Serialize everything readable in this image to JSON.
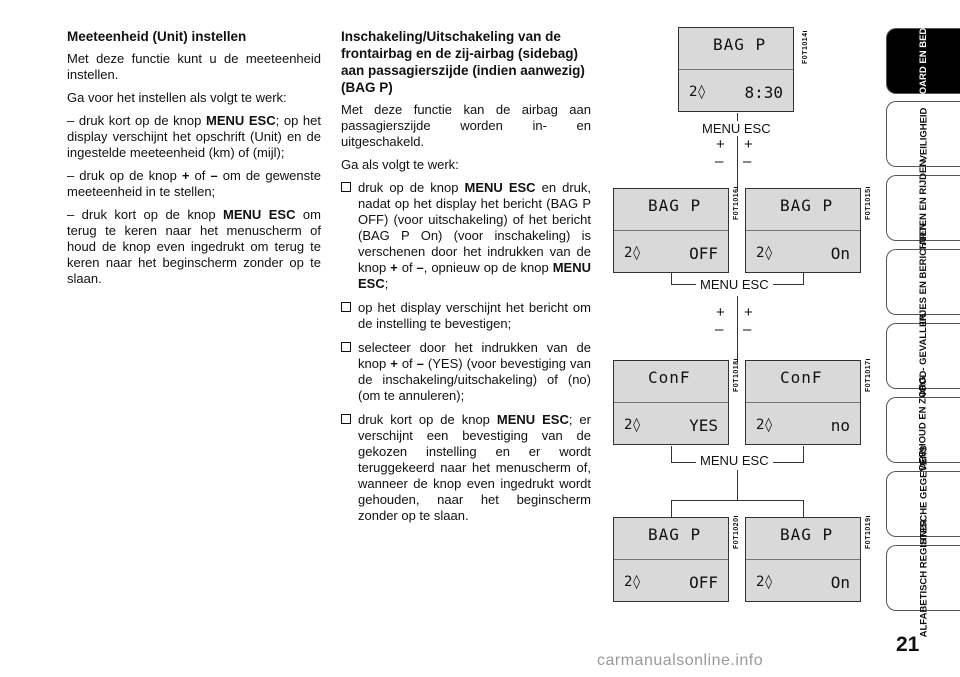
{
  "col1": {
    "heading": "Meeteenheid (Unit) instellen",
    "p1": "Met deze functie kunt u de meeteenheid instellen.",
    "p2": "Ga voor het instellen als volgt te werk:",
    "p3a": "– druk kort op de knop ",
    "p3b": "MENU ESC",
    "p3c": "; op het display verschijnt het opschrift (Unit) en de ingestelde meeteenheid (km) of (mijl);",
    "p4a": "– druk op de knop ",
    "p4b": "+",
    "p4c": " of ",
    "p4d": "–",
    "p4e": " om de gewenste meeteenheid in te stellen;",
    "p5a": "– druk kort op de knop ",
    "p5b": "MENU ESC",
    "p5c": " om terug te keren naar het menuscherm of houd de knop even ingedrukt om terug te keren naar het beginscherm zonder op te slaan."
  },
  "col2": {
    "heading": "Inschakeling/Uitschakeling van de frontairbag en de zij-airbag (sidebag) aan passagierszijde (indien aanwezig) (BAG P)",
    "p1": "Met deze functie kan de airbag aan passagierszijde worden in- en uitgeschakeld.",
    "p2": "Ga als volgt te werk:",
    "b1a": "druk op de knop ",
    "b1b": "MENU ESC",
    "b1c": " en druk, nadat op het display het bericht (BAG P OFF) (voor uitschakeling) of het bericht (BAG P On) (voor inschakeling) is verschenen door het indrukken van de knop ",
    "b1d": "+",
    "b1e": " of ",
    "b1f": "–",
    "b1g": ", opnieuw op de knop ",
    "b1h": "MENU ESC",
    "b1i": ";",
    "b2": "op het display verschijnt het bericht om de instelling te bevestigen;",
    "b3a": "selecteer door het indrukken van de knop ",
    "b3b": "+",
    "b3c": " of ",
    "b3d": "–",
    "b3e": " (YES) (voor bevestiging van de inschakeling/uitschakeling) of (no) (om te annuleren);",
    "b4a": "druk kort op de knop ",
    "b4b": "MENU ESC",
    "b4c": "; er verschijnt een bevestiging van de gekozen instelling en er wordt teruggekeerd naar het menuscherm of, wanneer de knop even ingedrukt wordt gehouden, naar het beginscherm zonder op te slaan."
  },
  "diagram": {
    "top": {
      "line1": "BAG P",
      "line2": "8:30",
      "icon": "2◊",
      "code": "F0T1014i"
    },
    "menu1": "MENU ESC",
    "menu2": "MENU ESC",
    "menu3": "MENU ESC",
    "plus": "+",
    "minus": "–",
    "row1_left": {
      "line1": "BAG P",
      "line2": "OFF",
      "icon": "2◊",
      "code": "F0T1016i"
    },
    "row1_right": {
      "line1": "BAG P",
      "line2": "On",
      "icon": "2◊",
      "code": "F0T1015i"
    },
    "row2_left": {
      "line1": "ConF",
      "line2": "YES",
      "icon": "2◊",
      "code": "F0T1018i"
    },
    "row2_right": {
      "line1": "ConF",
      "line2": "no",
      "icon": "2◊",
      "code": "F0T1017i"
    },
    "row3_left": {
      "line1": "BAG P",
      "line2": "OFF",
      "icon": "2◊",
      "code": "F0T1020i"
    },
    "row3_right": {
      "line1": "BAG P",
      "line2": "On",
      "icon": "2◊",
      "code": "F0T1019i"
    }
  },
  "tabs": [
    {
      "label": "DASHBOARD EN BEDIENING"
    },
    {
      "label": "VEILIGHEID"
    },
    {
      "label": "STARTEN EN RIJDEN"
    },
    {
      "label": "LAMPJES EN BERICHTEN"
    },
    {
      "label": "NOOD- GEVALLEN"
    },
    {
      "label": "ONDERHOUD EN ZORG"
    },
    {
      "label": "TECHNISCHE GEGEVENS"
    },
    {
      "label": "ALFABETISCH REGISTER"
    }
  ],
  "page_number": "21",
  "watermark": "carmanualsonline.info"
}
